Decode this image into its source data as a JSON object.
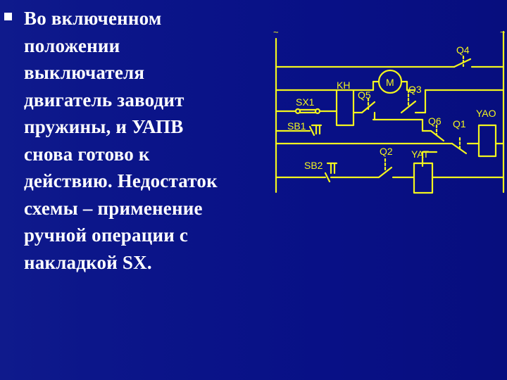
{
  "slide": {
    "text_lines": [
      "Во включенном",
      "положении",
      "выключателя",
      "двигатель заводит",
      "пружины, и УАПВ",
      "снова готово к",
      "действию. Недостаток",
      "схемы – применение",
      "ручной операции с",
      "накладкой SX."
    ]
  },
  "diagram": {
    "line_color": "#f3f51e",
    "supply_left": "~",
    "supply_right": "~",
    "labels": {
      "q4": "Q4",
      "motor": "M",
      "kh": "KH",
      "q5": "Q5",
      "q3": "Q3",
      "sx1": "SX1",
      "sb1": "SB1",
      "q6": "Q6",
      "q1": "Q1",
      "yao": "YAO",
      "q2": "Q2",
      "yat": "YAT",
      "sb2": "SB2"
    }
  }
}
